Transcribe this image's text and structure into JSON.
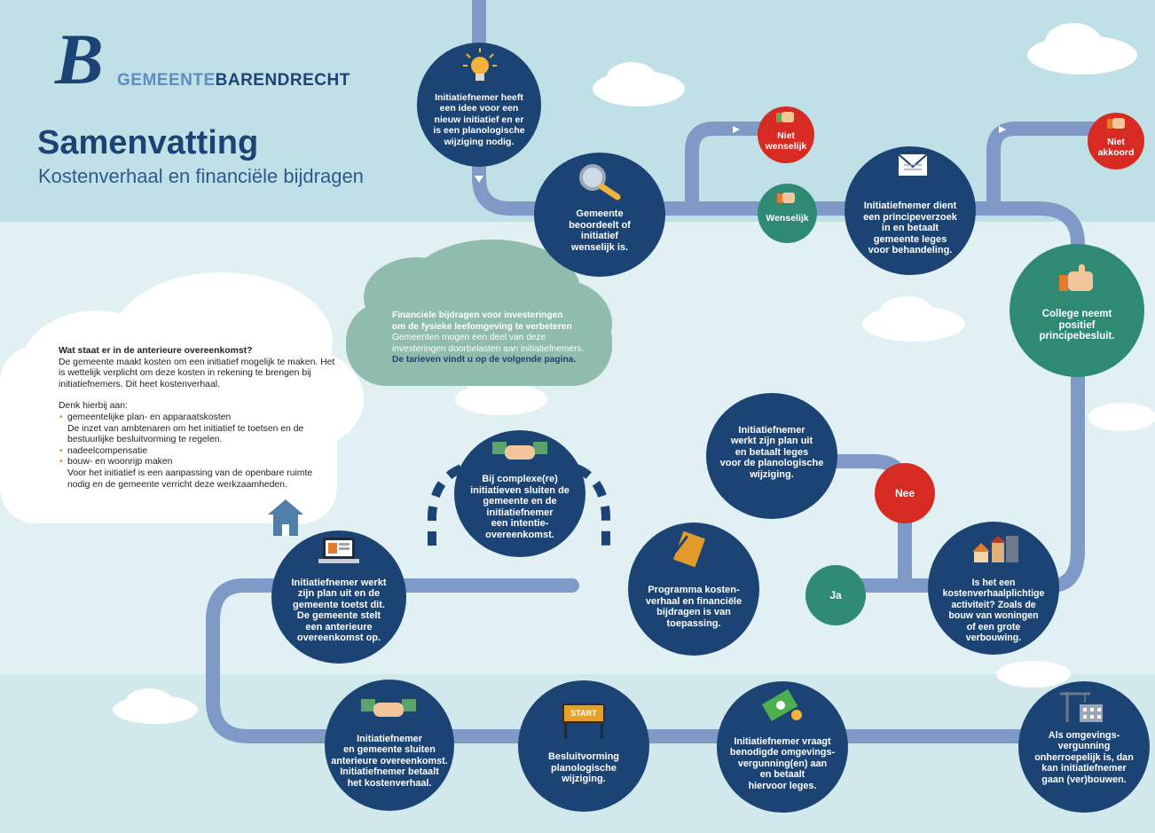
{
  "header": {
    "logo_letter": "B",
    "logo_text_a": "GEMEENTE",
    "logo_text_b": "BARENDRECHT",
    "title": "Samenvatting",
    "subtitle": "Kostenverhaal en financiële bijdragen"
  },
  "colors": {
    "navy": "#1b4374",
    "green": "#2f8a73",
    "red": "#d62a22",
    "path": "#7f9ac7",
    "sky": "#bfe0e6",
    "green_cloud": "#8fbcad"
  },
  "info_box": {
    "heading": "Wat staat er in de anterieure overeenkomst?",
    "intro": "De gemeente maakt kosten om een initiatief mogelijk te maken. Het is wettelijk verplicht om deze kosten in rekening te brengen bij initiatiefnemers. Dit heet kostenverhaal.",
    "lead": "Denk hierbij aan:",
    "items": [
      {
        "title": "gemeentelijke plan- en apparaatskosten",
        "desc": "De inzet van ambtenaren om het initiatief te toetsen en de bestuurlijke besluitvorming te regelen."
      },
      {
        "title": "nadeelcompensatie",
        "desc": ""
      },
      {
        "title": "bouw- en woonrijp maken",
        "desc": "Voor het initiatief is een aanpassing van de openbare ruimte nodig en de gemeente verricht deze werkzaamheden."
      }
    ]
  },
  "green_cloud": {
    "heading_1": "Financiele bijdragen voor investeringen",
    "heading_2": "om de fysieke leefomgeving te verbeteren",
    "body": "Gemeenten mogen een deel van deze investeringen doorbelasten aan initiatiefnemers.",
    "link": "De tarieven vindt u op de volgende pagina."
  },
  "steps": {
    "idea": "Initiatiefnemer heeft\neen idee voor een\nnieuw initiatief en er\nis een planologische\nwijziging nodig.",
    "assess": "Gemeente\nbeoordeelt of\ninitiatief\nwenselijk is.",
    "not_desirable": "Niet\nwenselijk",
    "desirable": "Wenselijk",
    "request": "Initiatiefnemer dient\neen principeverzoek\nin en betaalt\ngemeente leges\nvoor behandeling.",
    "not_agreed": "Niet\nakkoord",
    "college": "College neemt\npositief\nprincipebesluit.",
    "plan_fees": "Initiatiefnemer\nwerkt zijn plan uit\nen betaalt leges\nvoor de planologische\nwijziging.",
    "no": "Nee",
    "cost_activity": "Is het een\nkostenverhaalplichtige\nactiviteit? Zoals de\nbouw van woningen\nof een grote\nverbouwing.",
    "yes": "Ja",
    "programme": "Programma kosten-\nverhaal en financiële\nbijdragen is van\ntoepassing.",
    "intent": "Bij complexe(re)\ninitiatieven sluiten de\ngemeente en de\ninitiatiefnemer\neen intentie-\novereenkomst.",
    "tested": "Initiatiefnemer werkt\nzijn plan uit en de\ngemeente toetst dit.\nDe gemeente stelt\neen anterieure\novereenkomst op.",
    "contract": "Initiatiefnemer\nen gemeente sluiten\nanterieure overeenkomst.\nInitiatiefnemer betaalt\nhet kostenverhaal.",
    "start_sign": "START",
    "decision": "Besluitvorming\nplanologische\nwijziging.",
    "permit": "Initiatiefnemer vraagt\nbenodigde omgevings-\nvergunning(en) aan\nen betaalt\nhiervoor leges.",
    "build": "Als omgevings-\nvergunning\nonherroepelijk is, dan\nkan initiatiefnemer\ngaan (ver)bouwen."
  },
  "icons": [
    "lightbulb-icon",
    "magnifier-icon",
    "thumbs-down-icon",
    "thumbs-up-icon",
    "envelope-icon",
    "handshake-icon",
    "house-icon",
    "laptop-icon",
    "binder-icon",
    "houses-icon",
    "money-icon",
    "crane-icon",
    "start-sign-icon"
  ]
}
